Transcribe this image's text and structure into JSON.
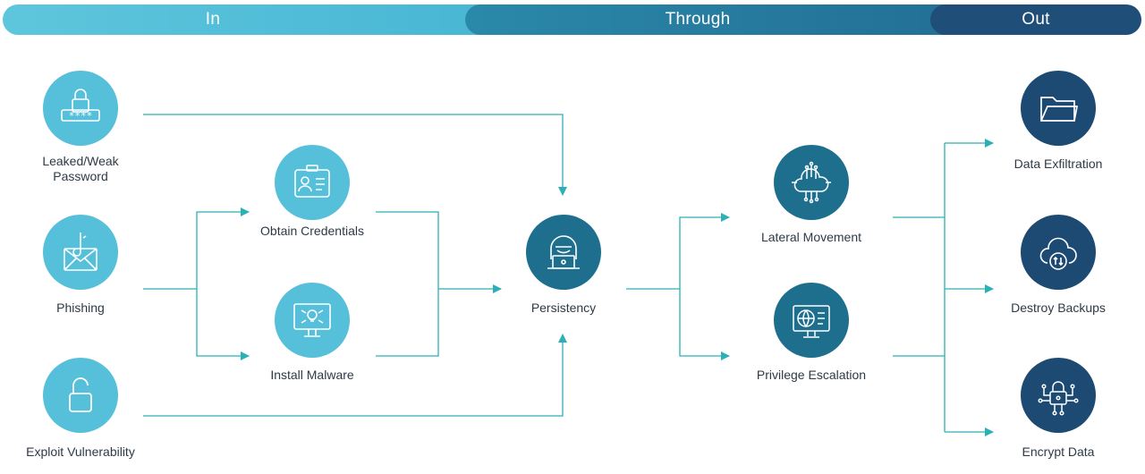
{
  "phases": {
    "in": "In",
    "through": "Through",
    "out": "Out"
  },
  "nodes": {
    "leaked_password": {
      "line1": "Leaked/Weak",
      "line2": "Password"
    },
    "phishing": "Phishing",
    "exploit_vulnerability": "Exploit Vulnerability",
    "obtain_credentials": "Obtain Credentials",
    "install_malware": "Install Malware",
    "persistency": "Persistency",
    "lateral_movement": "Lateral Movement",
    "privilege_escalation": "Privilege Escalation",
    "data_exfiltration": "Data Exfiltration",
    "destroy_backups": "Destroy Backups",
    "encrypt_data": "Encrypt Data"
  },
  "colors": {
    "in": "#56bfd9",
    "through": "#1e6e8e",
    "out": "#1d4a72",
    "connector": "#2bb0b8"
  }
}
